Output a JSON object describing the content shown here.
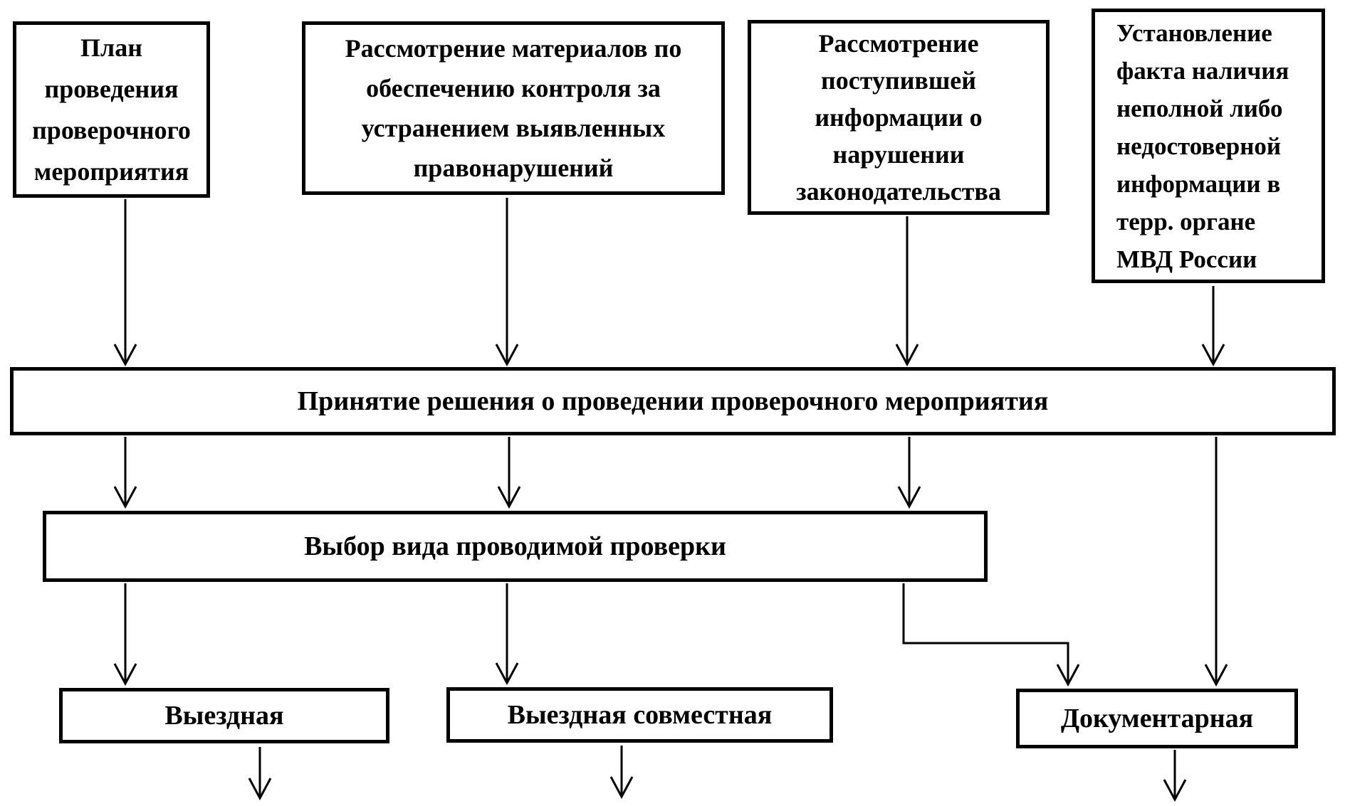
{
  "diagram": {
    "background_color": "#ffffff",
    "ink_color": "#000000",
    "nodes": {
      "plan": "План\nпроведения\nпроверочного\nмероприятия",
      "materials_review": "Рассмотрение материалов по\nобеспечению контроля за\nустранением выявленных\nправонарушений",
      "incoming_info": "Рассмотрение\nпоступившей\nинформации о\nнарушении\nзаконодательства",
      "fact_establishment": "Установление\nфакта наличия\nнеполной либо\nнедостоверной\nинформации в\nтерр. органе\nМВД России",
      "decision": "Принятие решения о проведении проверочного мероприятия",
      "check_type_choice": "Выбор вида проводимой проверки",
      "onsite": "Выездная",
      "onsite_joint": "Выездная совместная",
      "documentary": "Документарная"
    },
    "edges": [
      {
        "from": "plan",
        "to": "decision"
      },
      {
        "from": "materials_review",
        "to": "decision"
      },
      {
        "from": "incoming_info",
        "to": "decision"
      },
      {
        "from": "fact_establishment",
        "to": "decision"
      },
      {
        "from": "decision",
        "to": "check_type_choice"
      },
      {
        "from": "decision",
        "to": "documentary"
      },
      {
        "from": "check_type_choice",
        "to": "onsite"
      },
      {
        "from": "check_type_choice",
        "to": "onsite_joint"
      },
      {
        "from": "check_type_choice",
        "to": "documentary"
      },
      {
        "from": "onsite",
        "to": "exit"
      },
      {
        "from": "onsite_joint",
        "to": "exit"
      },
      {
        "from": "documentary",
        "to": "exit"
      }
    ]
  }
}
